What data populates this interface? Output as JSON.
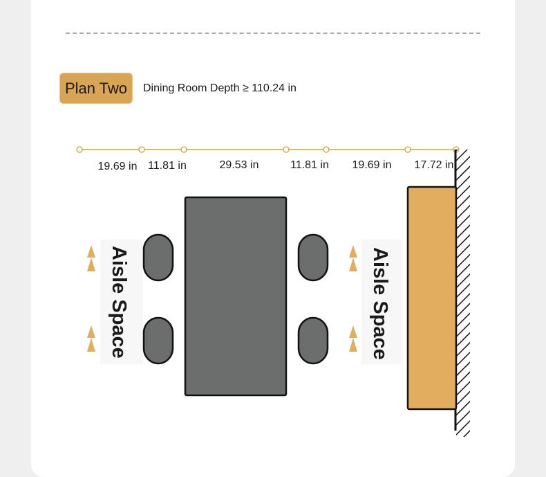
{
  "plan": {
    "badge": "Plan Two",
    "depth_note": "Dining Room Depth ≥ 110.24 in"
  },
  "dimensions": [
    "19.69 in",
    "11.81 in",
    "29.53 in",
    "11.81 in",
    "19.69 in",
    "17.72 in"
  ],
  "aisle_labels": [
    "Aisle Space",
    "Aisle Space"
  ],
  "colors": {
    "accent": "#d9a453",
    "table": "#6b6e6c",
    "cabinet": "#e3ad60",
    "dimension_line": "#c9a53a"
  }
}
